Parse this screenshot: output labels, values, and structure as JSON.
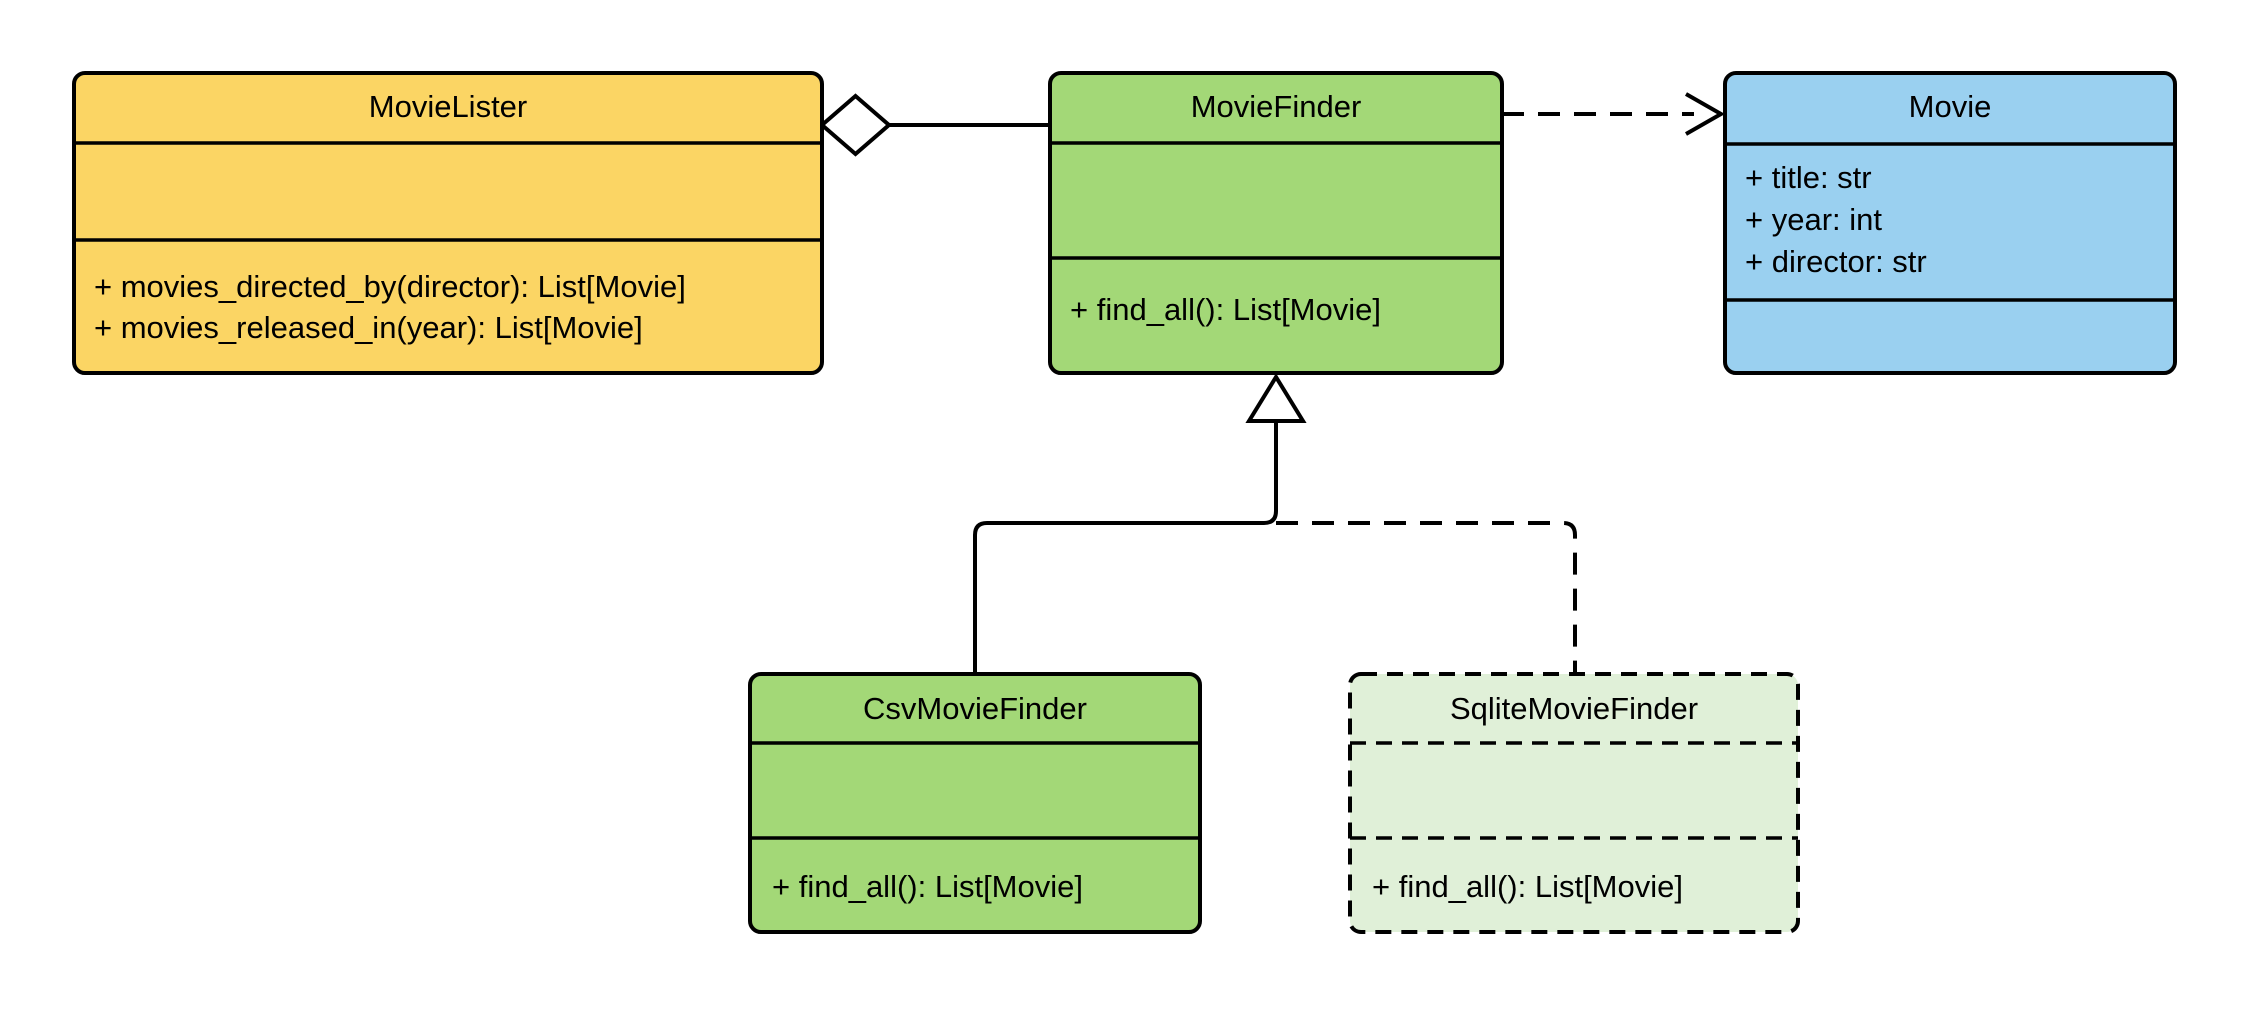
{
  "diagram": {
    "kind": "uml-class-diagram",
    "background": "#ffffff",
    "colors": {
      "yellow": "#FBD564",
      "green": "#A3D877",
      "light_green": "#E0F0D8",
      "blue": "#9AD0F0",
      "stroke": "#000000",
      "marker_fill": "#ffffff"
    },
    "classes": [
      {
        "name": "MovieLister",
        "fill": "yellow",
        "attributes": [],
        "methods": [
          "+ movies_directed_by(director): List[Movie]",
          "+ movies_released_in(year): List[Movie]"
        ]
      },
      {
        "name": "MovieFinder",
        "fill": "green",
        "attributes": [],
        "methods": [
          "+ find_all(): List[Movie]"
        ]
      },
      {
        "name": "Movie",
        "fill": "blue",
        "attributes": [
          "+ title: str",
          "+ year: int",
          "+ director: str"
        ],
        "methods": []
      },
      {
        "name": "CsvMovieFinder",
        "fill": "green",
        "attributes": [],
        "methods": [
          "+ find_all(): List[Movie]"
        ]
      },
      {
        "name": "SqliteMovieFinder",
        "fill": "light_green",
        "border_style": "dashed",
        "attributes": [],
        "methods": [
          "+ find_all(): List[Movie]"
        ]
      }
    ],
    "relationships": [
      {
        "from": "MovieLister",
        "to": "MovieFinder",
        "type": "aggregation",
        "line": "solid",
        "marker": "hollow-diamond-at-MovieLister"
      },
      {
        "from": "MovieFinder",
        "to": "Movie",
        "type": "dependency",
        "line": "dashed",
        "marker": "open-arrow-at-Movie"
      },
      {
        "from": "CsvMovieFinder",
        "to": "MovieFinder",
        "type": "inheritance",
        "line": "solid",
        "marker": "hollow-triangle-at-MovieFinder"
      },
      {
        "from": "SqliteMovieFinder",
        "to": "MovieFinder",
        "type": "inheritance",
        "line": "dashed",
        "marker": "hollow-triangle-at-MovieFinder"
      }
    ]
  }
}
